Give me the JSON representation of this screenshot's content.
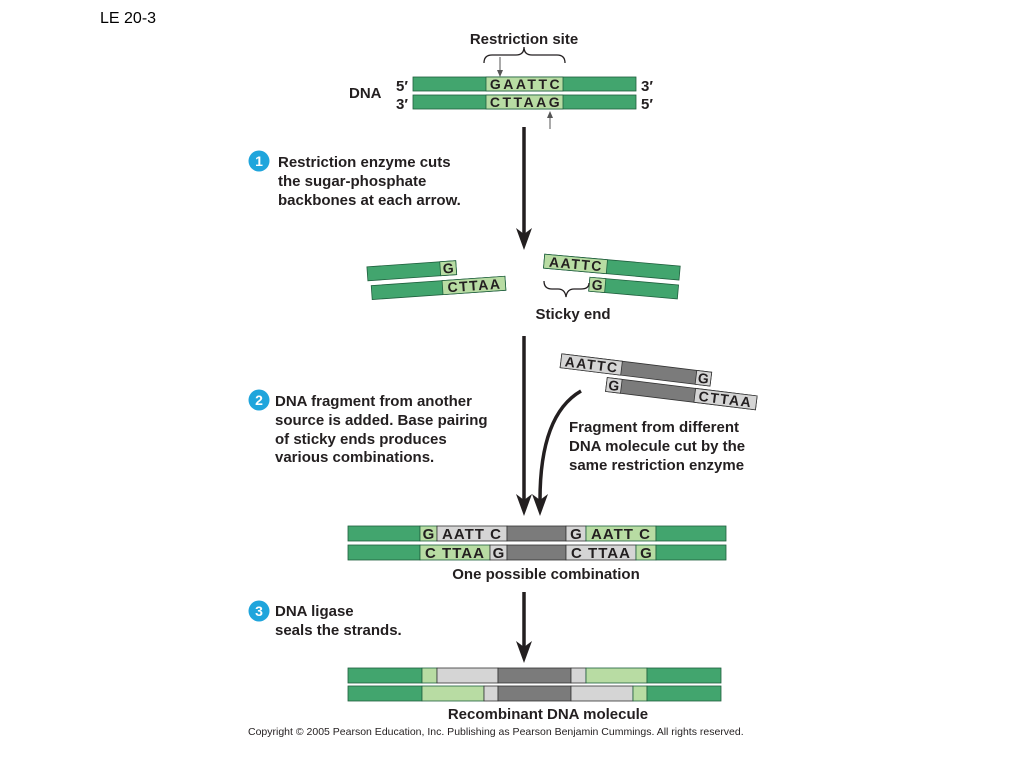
{
  "slide_label": "LE 20-3",
  "colors": {
    "dna_green": "#42a56e",
    "site_light_green": "#b8dca3",
    "foreign_dark_gray": "#7b7b7b",
    "foreign_light_gray": "#d5d5d5",
    "step_badge_blue": "#1fa5dc",
    "arrow": "#231f20"
  },
  "original_dna": {
    "restriction_site_label": "Restriction site",
    "dna_label": "DNA",
    "top_strand": {
      "left_end": "5′",
      "sequence": "GAATTC",
      "right_end": "3′"
    },
    "bottom_strand": {
      "left_end": "3′",
      "sequence": "CTTAAG",
      "right_end": "5′"
    }
  },
  "steps": [
    {
      "number": "1",
      "text_lines": [
        "Restriction enzyme cuts",
        "the sugar-phosphate",
        "backbones at each arrow."
      ]
    },
    {
      "number": "2",
      "text_lines": [
        "DNA fragment from another",
        "source is added. Base pairing",
        "of sticky ends produces",
        "various combinations."
      ]
    },
    {
      "number": "3",
      "text_lines": [
        "DNA ligase",
        "seals the strands."
      ]
    }
  ],
  "cut_fragments": {
    "left": {
      "top_end": "G",
      "bottom_end": "CTTAA"
    },
    "right": {
      "top_end": "AATTC",
      "bottom_end": "G"
    },
    "sticky_end_label": "Sticky end"
  },
  "foreign_fragment": {
    "top_left_end": "AATTC",
    "top_right_end": "G",
    "bottom_left_end": "G",
    "bottom_right_end": "CTTAA",
    "caption_lines": [
      "Fragment from different",
      "DNA molecule cut by the",
      "same restriction enzyme"
    ]
  },
  "combination": {
    "top_segments": [
      "G",
      "AATT C",
      "G",
      "AATT C"
    ],
    "bottom_segments": [
      "C TTAA",
      "G",
      "C TTAA",
      "G"
    ],
    "caption": "One possible combination"
  },
  "recombinant": {
    "caption": "Recombinant DNA molecule"
  },
  "copyright": "Copyright ©  2005 Pearson Education, Inc. Publishing as Pearson Benjamin Cummings. All rights reserved."
}
